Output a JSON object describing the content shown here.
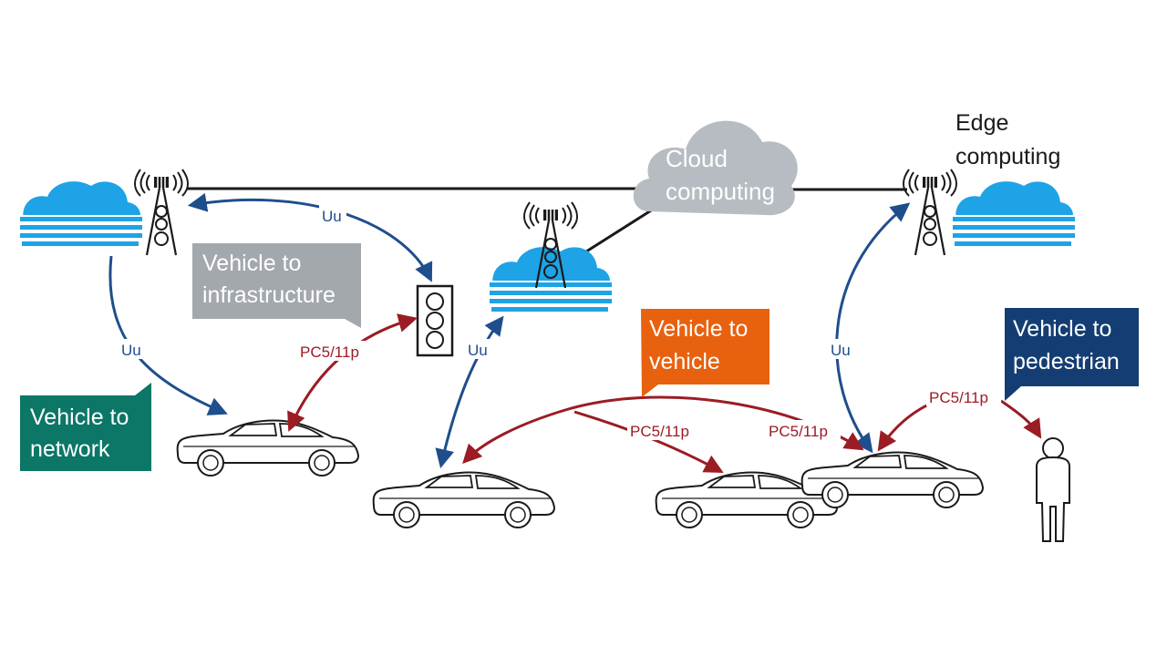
{
  "labels": {
    "edge_computing": [
      "Edge",
      "computing"
    ],
    "cloud_computing": [
      "Cloud",
      "computing"
    ],
    "v2i": [
      "Vehicle to",
      "infrastructure"
    ],
    "v2v": [
      "Vehicle to",
      "vehicle"
    ],
    "v2p": [
      "Vehicle to",
      "pedestrian"
    ],
    "v2n": [
      "Vehicle to",
      "network"
    ]
  },
  "links": {
    "uu": "Uu",
    "pc5": "PC5/11p"
  },
  "colors": {
    "cloud_blue": "#1ea3e6",
    "cloud_gray": "#b7bcc2",
    "uu_arrow": "#1f4e8c",
    "pc5_arrow": "#9b1c24",
    "v2i_box": "#a3a8ad",
    "v2v_box": "#e8610f",
    "v2p_box": "#143d73",
    "v2n_box": "#0c7667",
    "line": "#1a1a1a"
  },
  "icons": [
    "cloud-icon",
    "cell-tower-icon",
    "traffic-light-icon",
    "car-icon",
    "pedestrian-icon"
  ]
}
